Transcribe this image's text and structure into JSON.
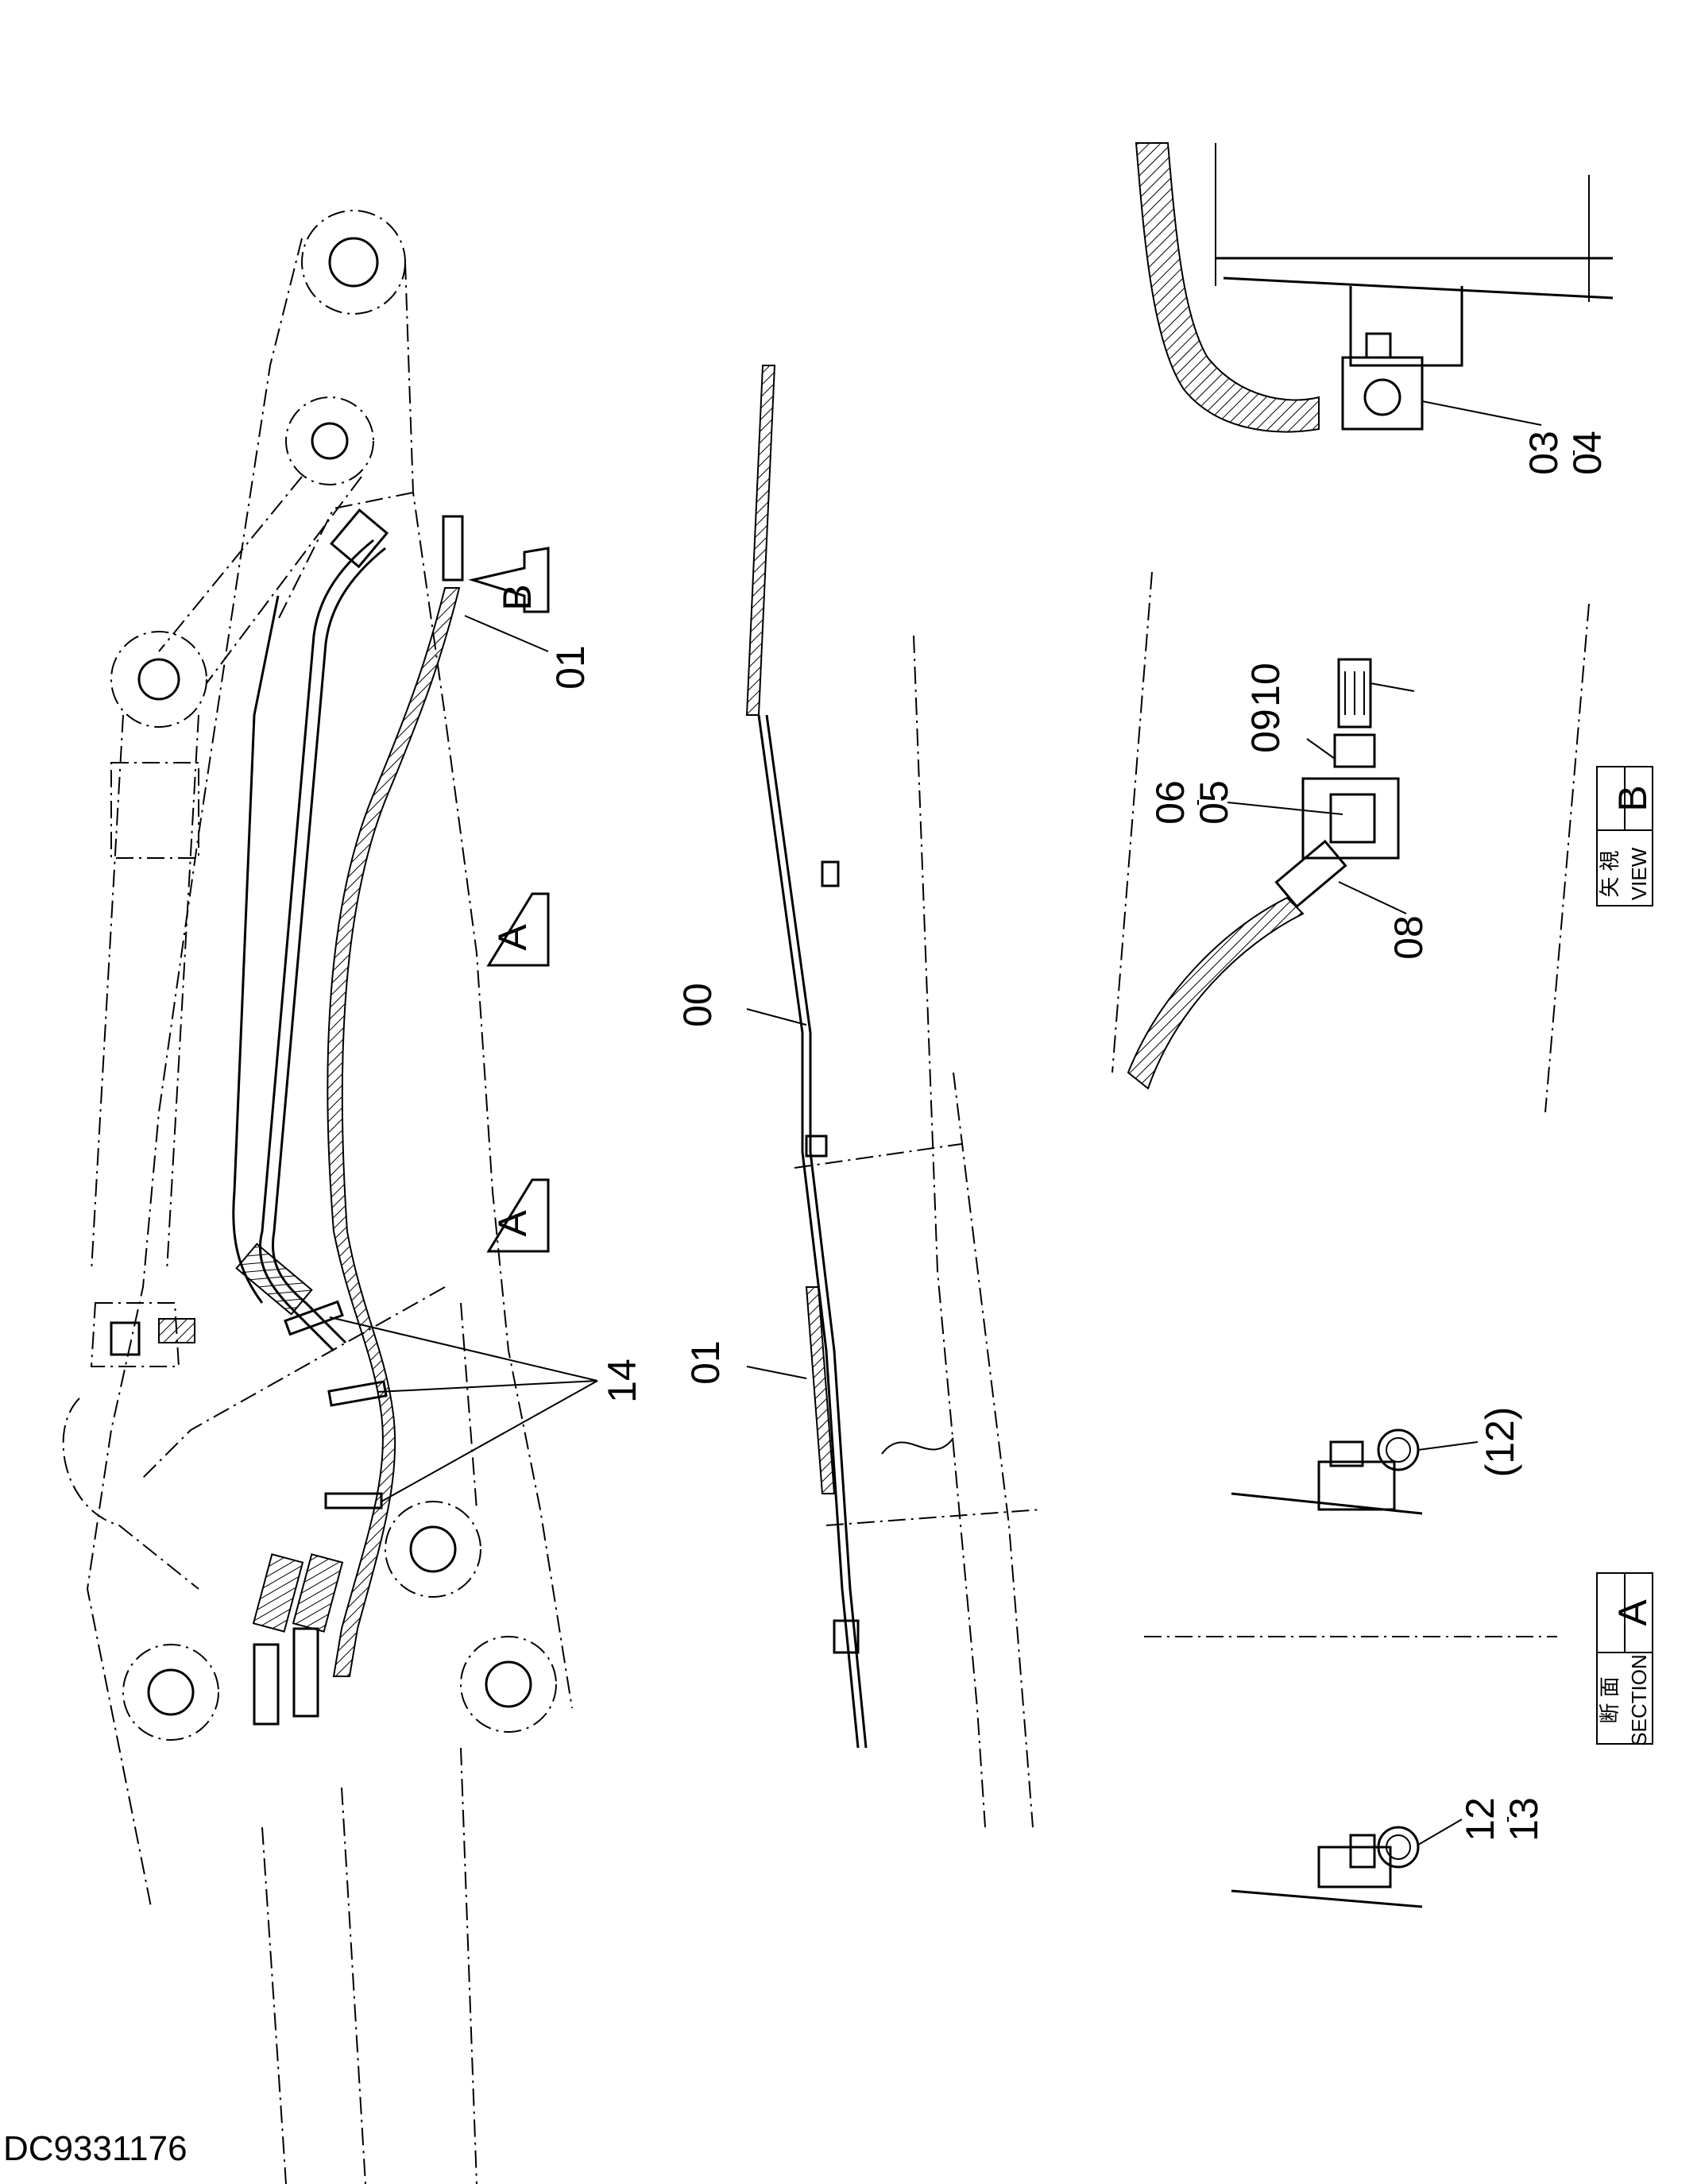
{
  "drawing": {
    "id": "DC9331176",
    "callouts": {
      "hose_upper": "01",
      "pipe_side": "00",
      "hose_side": "01",
      "clamps": "14",
      "view_b_arrow": "B",
      "section_a_arrow_1": "A",
      "section_a_arrow_2": "A",
      "adapter_b": "03\n-\n04",
      "adapter_10": "10",
      "adapter_09": "09",
      "adapter_05": "06\n-\n05",
      "hose_08": "08",
      "clamp_ref": "(12)",
      "clamp_12_13": "12\n-\n13"
    },
    "view_box_b": {
      "jp": "矢 視",
      "en": "VIEW",
      "letter": "B"
    },
    "section_box_a": {
      "jp": "断 面",
      "en": "SECTION",
      "letter": "A"
    }
  }
}
